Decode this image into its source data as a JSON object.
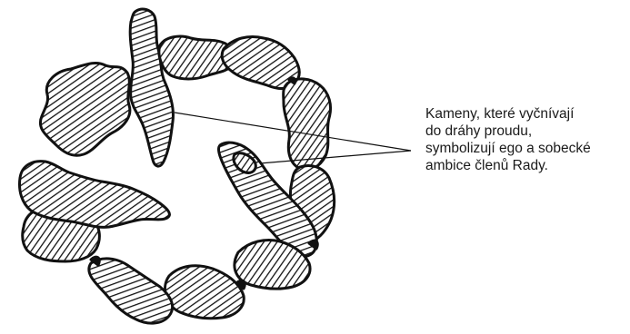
{
  "caption": {
    "lines": [
      "Kameny, které vyčnívají",
      "do dráhy proudu,",
      "symbolizují ego a sobecké",
      "ambice členů Rady."
    ]
  }
}
